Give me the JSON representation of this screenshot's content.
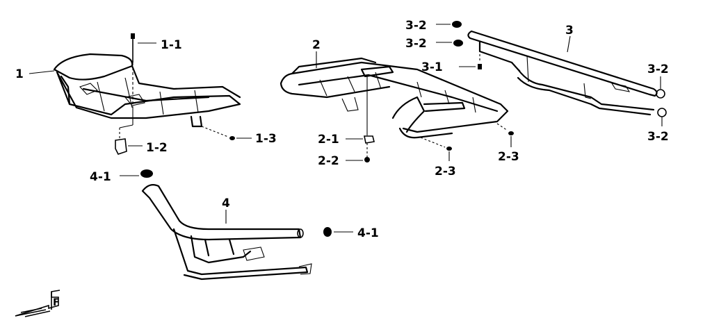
{
  "labels": {
    "l_1": "1",
    "l_1_1": "1-1",
    "l_1_2": "1-2",
    "l_1_3": "1-3",
    "l_2": "2",
    "l_2_1": "2-1",
    "l_2_2": "2-2",
    "l_2_3_a": "2-3",
    "l_2_3_b": "2-3",
    "l_3": "3",
    "l_3_1": "3-1",
    "l_3_2_a": "3-2",
    "l_3_2_b": "3-2",
    "l_3_2_c": "3-2",
    "l_3_2_d": "3-2",
    "l_4": "4",
    "l_4_1_a": "4-1",
    "l_4_1_b": "4-1"
  },
  "icons": {
    "front_marker": "front-direction-arrow-icon",
    "front_marker_letter": "F"
  }
}
